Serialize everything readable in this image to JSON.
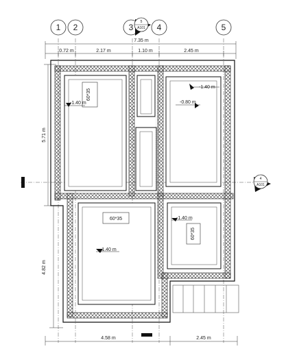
{
  "grid": {
    "labels": [
      "1",
      "2",
      "3",
      "4",
      "5"
    ]
  },
  "section_marker_top": {
    "number": "5",
    "sheet": "A101"
  },
  "section_marker_right": {
    "number": "4",
    "sheet": "A101"
  },
  "dimensions": {
    "overall_width": "7.35 m",
    "seg1": "0.72 m",
    "seg2": "2.17 m",
    "seg3": "1.10 m",
    "seg4": "2.45 m",
    "left_vertical": "5.71 m",
    "left_lower_vertical": "4.82 m",
    "bottom_left": "4.58 m",
    "bottom_right": "2.45 m"
  },
  "levels": {
    "top_left": "-1.40 m",
    "top_right": "-1.40 m",
    "middle_right": "-0.80 m",
    "bottom_left": "-1.40 m",
    "bottom_right": "-1.40 m"
  },
  "beams": {
    "top_left": "60*35",
    "bottom_left": "60*35",
    "bottom_right": "60*35"
  }
}
